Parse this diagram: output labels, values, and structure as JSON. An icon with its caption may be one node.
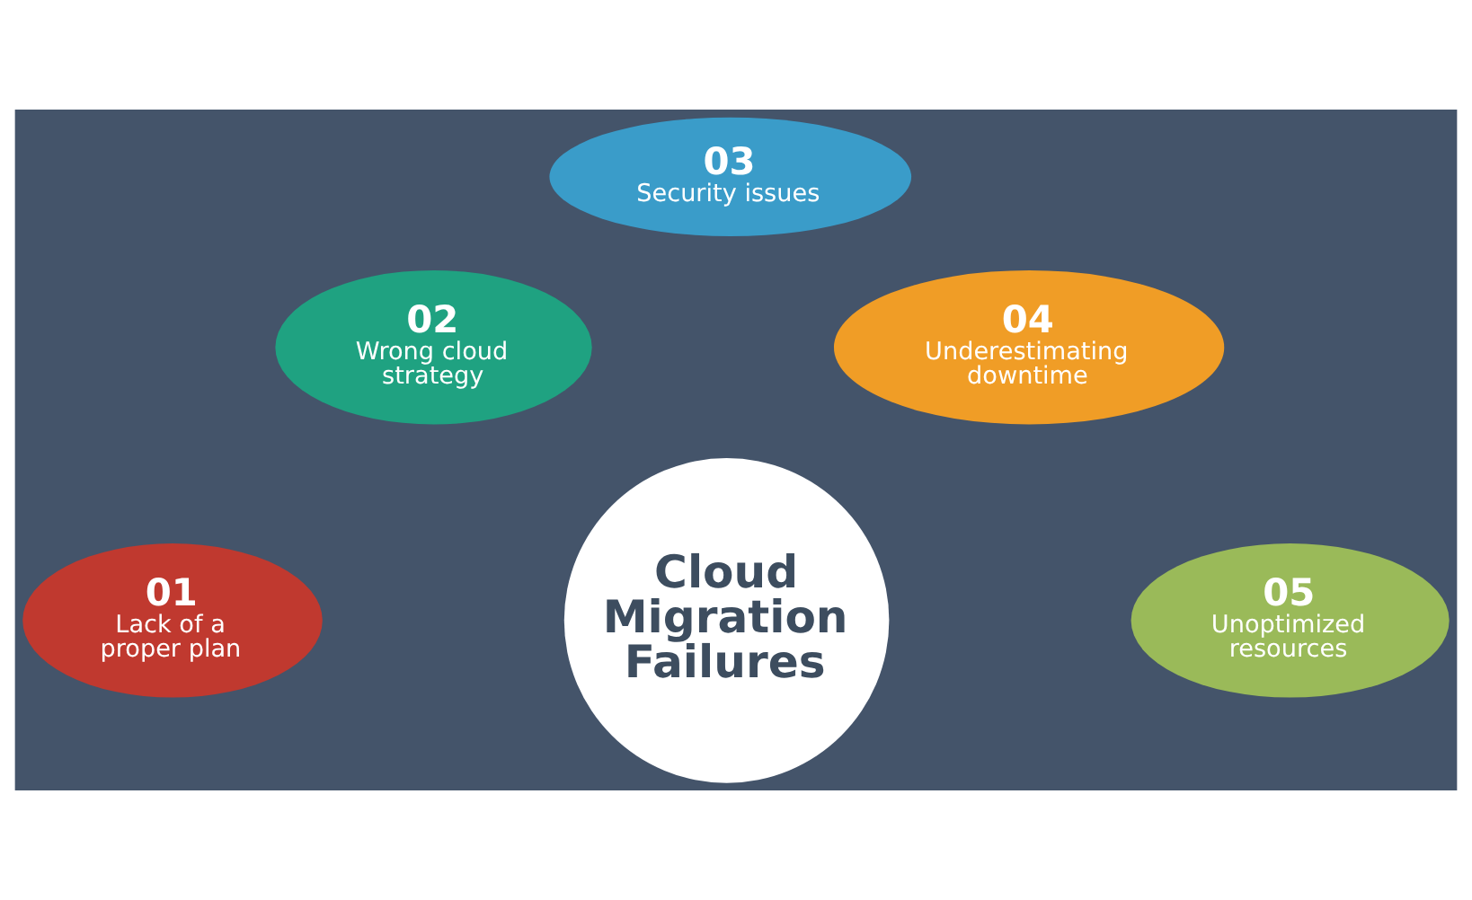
{
  "diagram": {
    "nodes": [
      {
        "text": [
          "Cloud Migration Failures"
        ]
      },
      {
        "text": [
          "01",
          "Lack of a proper plan"
        ]
      },
      {
        "text": [
          "02",
          "Wrong cloud strategy"
        ]
      },
      {
        "text": [
          "03",
          "Security issues"
        ]
      },
      {
        "text": [
          "04",
          "Underestimating downtime"
        ]
      },
      {
        "text": [
          "05",
          "Unoptimized resources"
        ]
      }
    ]
  }
}
